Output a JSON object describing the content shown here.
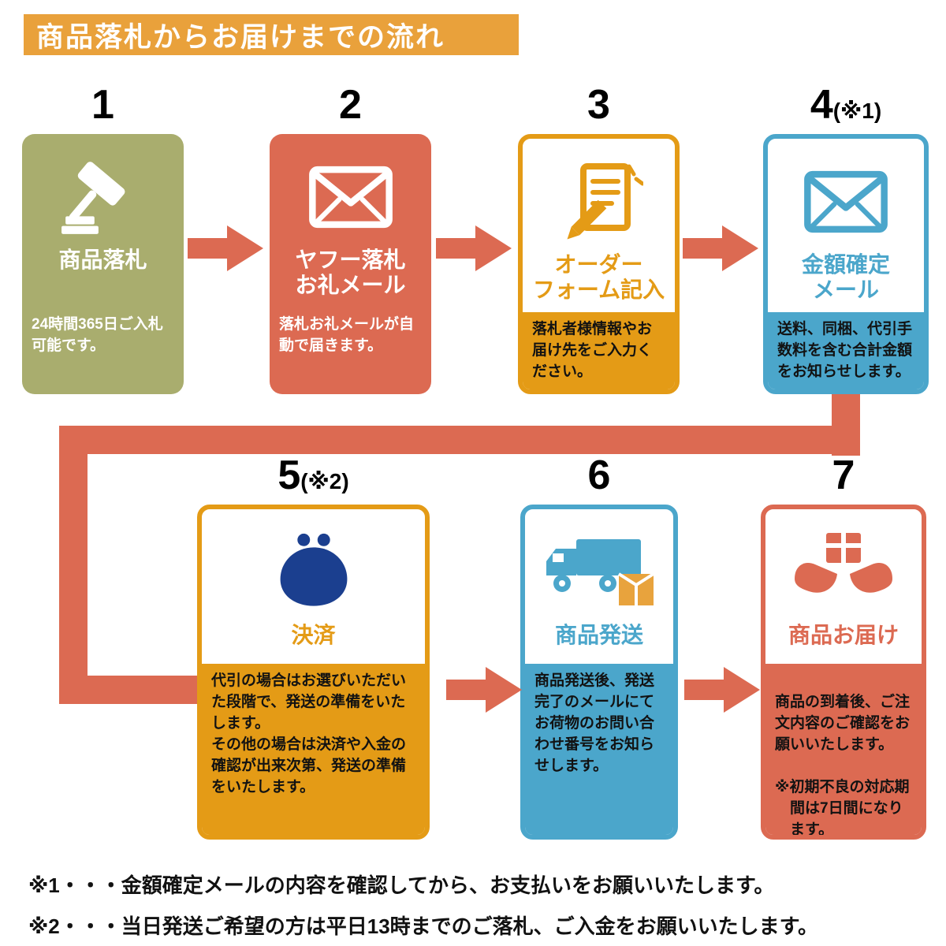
{
  "title": {
    "text": "商品落札からお届けまでの流れ",
    "bg": "#E9A13B"
  },
  "colors": {
    "arrow": "#DC6A52",
    "olive": "#A9AD6E",
    "red": "#DC6A52",
    "orange": "#E49B16",
    "blue": "#4BA6CB",
    "navy": "#1B3F8F",
    "box": "#E8A33D"
  },
  "steps": [
    {
      "number": "1",
      "number_note": "",
      "icon": "gavel-icon",
      "label": "商品落札",
      "body": "24時間365日ご入札可能です。",
      "accent": "#A9AD6E",
      "style": "solid"
    },
    {
      "number": "2",
      "number_note": "",
      "icon": "mail-icon",
      "label": "ヤフー落札\nお礼メール",
      "body": "落札お礼メールが自動で届きます。",
      "accent": "#DC6A52",
      "style": "solid"
    },
    {
      "number": "3",
      "number_note": "",
      "icon": "order-form-icon",
      "label": "オーダー\nフォーム記入",
      "body": "落札者様情報やお届け先をご入力ください。",
      "accent": "#E49B16",
      "style": "outline"
    },
    {
      "number": "4",
      "number_note": "(※1)",
      "icon": "mail-icon",
      "label": "金額確定\nメール",
      "body": "送料、同梱、代引手数料を含む合計金額をお知らせします。",
      "accent": "#4BA6CB",
      "style": "outline"
    },
    {
      "number": "5",
      "number_note": "(※2)",
      "icon": "purse-icon",
      "icon_color": "#1B3F8F",
      "label": "決済",
      "body": "代引の場合はお選びいただいた段階で、発送の準備をいたします。\nその他の場合は決済や入金の確認が出来次第、発送の準備をいたします。",
      "accent": "#E49B16",
      "style": "outline"
    },
    {
      "number": "6",
      "number_note": "",
      "icon": "truck-icon",
      "label": "商品発送",
      "body": "商品発送後、発送完了のメールにてお荷物のお問い合わせ番号をお知らせします。",
      "accent": "#4BA6CB",
      "style": "outline"
    },
    {
      "number": "7",
      "number_note": "",
      "icon": "delivery-hands-icon",
      "label": "商品お届け",
      "body": "商品の到着後、ご注文内容のご確認をお願いいたします。",
      "body_note": "※初期不良の対応期間は7日間になります。",
      "accent": "#DC6A52",
      "style": "outline"
    }
  ],
  "footnotes": [
    "※1・・・金額確定メールの内容を確認してから、お支払いをお願いいたします。",
    "※2・・・当日発送ご希望の方は平日13時までのご落札、ご入金をお願いいたします。"
  ]
}
